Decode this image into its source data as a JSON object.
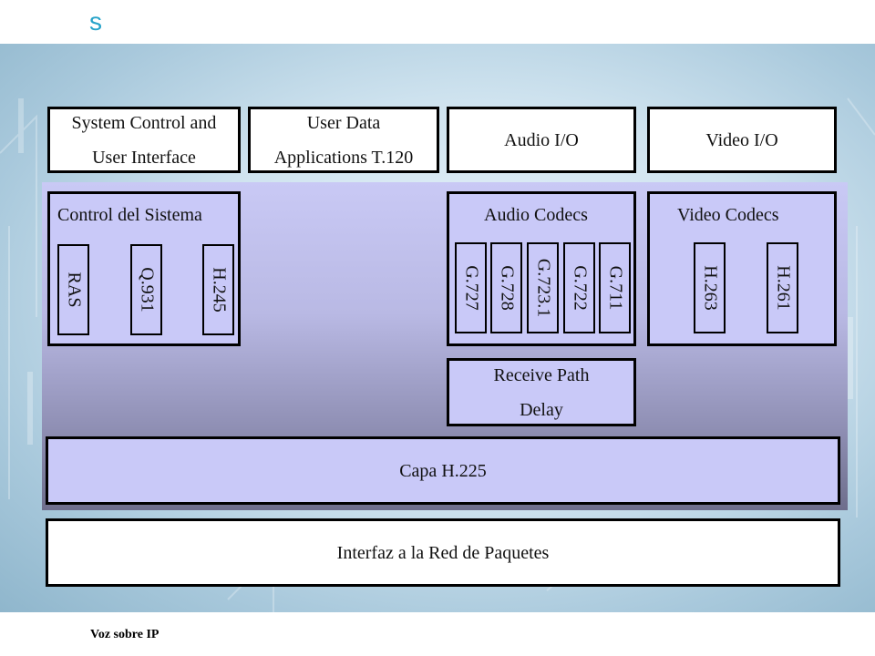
{
  "header": {
    "letter": "s"
  },
  "footer": {
    "text": "Voz sobre IP"
  },
  "top_row": {
    "system_control": [
      "System Control and",
      "User Interface"
    ],
    "user_data": [
      "User Data",
      "Applications T.120"
    ],
    "audio_io": "Audio I/O",
    "video_io": "Video I/O"
  },
  "control_panel": {
    "title": "Control del Sistema",
    "items": [
      "RAS",
      "Q.931",
      "H.245"
    ]
  },
  "audio_panel": {
    "title": "Audio Codecs",
    "items": [
      "G.727",
      "G.728",
      "G.723.1",
      "G.722",
      "G.711"
    ]
  },
  "video_panel": {
    "title": "Video Codecs",
    "items": [
      "H.263",
      "H.261"
    ]
  },
  "receive_path": [
    "Receive Path",
    "Delay"
  ],
  "h225": "Capa H.225",
  "network": "Interfaz a la Red de Paquetes",
  "colors": {
    "box_fill": "#c9c9f8",
    "stack_top": "#c9c9f5",
    "stack_bottom": "#6e6e8c",
    "accent": "#27a3c9"
  }
}
